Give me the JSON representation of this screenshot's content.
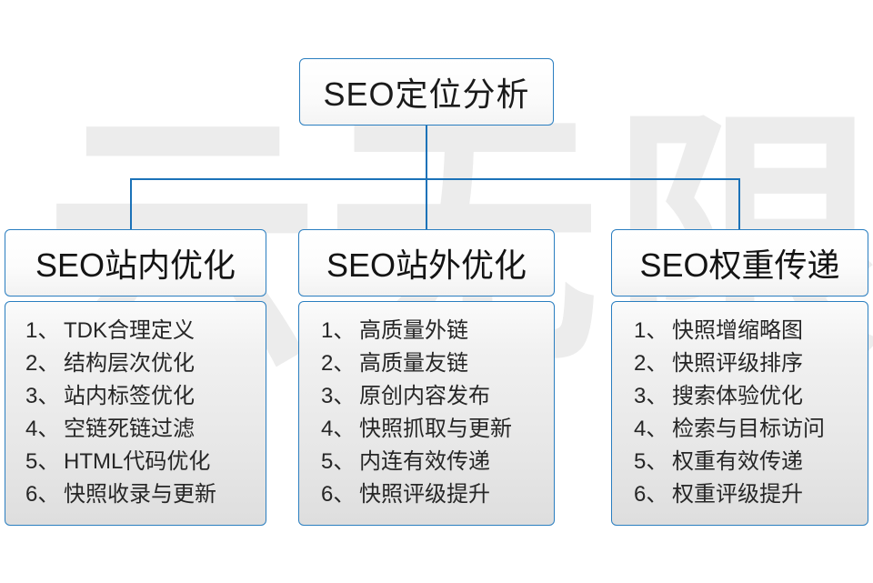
{
  "watermark": {
    "text": "云无限"
  },
  "diagram": {
    "type": "org-tree",
    "root": {
      "label": "SEO定位分析"
    },
    "columns": [
      {
        "id": "col0",
        "header": "SEO站内优化",
        "items": [
          {
            "index": "1、",
            "text": "TDK合理定义"
          },
          {
            "index": "2、",
            "text": "结构层次优化"
          },
          {
            "index": "3、",
            "text": "站内标签优化"
          },
          {
            "index": "4、",
            "text": "空链死链过滤"
          },
          {
            "index": "5、",
            "text": "HTML代码优化"
          },
          {
            "index": "6、",
            "text": "快照收录与更新"
          }
        ]
      },
      {
        "id": "col1",
        "header": "SEO站外优化",
        "items": [
          {
            "index": "1、",
            "text": "高质量外链"
          },
          {
            "index": "2、",
            "text": "高质量友链"
          },
          {
            "index": "3、",
            "text": "原创内容发布"
          },
          {
            "index": "4、",
            "text": "快照抓取与更新"
          },
          {
            "index": "5、",
            "text": "内连有效传递"
          },
          {
            "index": "6、",
            "text": "快照评级提升"
          }
        ]
      },
      {
        "id": "col2",
        "header": "SEO权重传递",
        "items": [
          {
            "index": "1、",
            "text": "快照增缩略图"
          },
          {
            "index": "2、",
            "text": "快照评级排序"
          },
          {
            "index": "3、",
            "text": "搜索体验优化"
          },
          {
            "index": "4、",
            "text": "检索与目标访问"
          },
          {
            "index": "5、",
            "text": "权重有效传递"
          },
          {
            "index": "6、",
            "text": "权重评级提升"
          }
        ]
      }
    ]
  },
  "colors": {
    "border": "#2a7ec0",
    "connector": "#1b72b8",
    "text": "#1a1a1a",
    "body_text": "#262626",
    "watermark": "#ececec",
    "page_background": "#ffffff"
  }
}
